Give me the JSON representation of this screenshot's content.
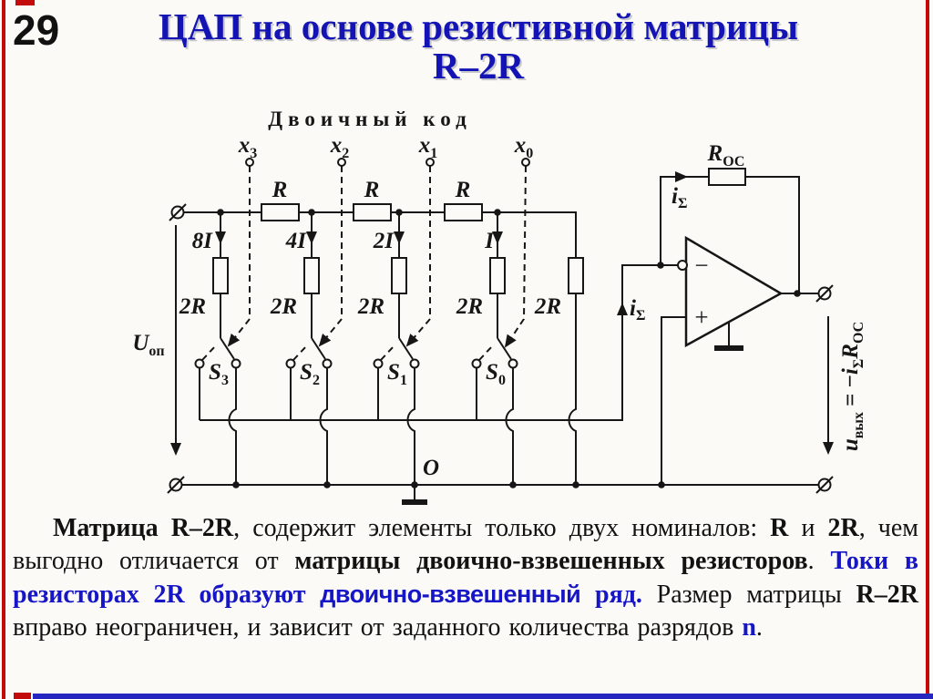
{
  "slide": {
    "number": "29",
    "title_line1": "ЦАП на основе резистивной матрицы",
    "title_line2": "R–2R"
  },
  "colors": {
    "title_blue": "#1414b4",
    "accent_blue": "#1616c6",
    "frame_red": "#c40b0b",
    "frame_bottom_blue": "#2525c0",
    "ink": "#161616"
  },
  "diagram": {
    "caption": "Двоичный код",
    "inputs": [
      {
        "main": "x",
        "sub": "3"
      },
      {
        "main": "x",
        "sub": "2"
      },
      {
        "main": "x",
        "sub": "1"
      },
      {
        "main": "x",
        "sub": "0"
      }
    ],
    "series_resistor": "R",
    "shunt_resistor": "2R",
    "currents": [
      "8I",
      "4I",
      "2I",
      "I"
    ],
    "switches": [
      {
        "main": "S",
        "sub": "3"
      },
      {
        "main": "S",
        "sub": "2"
      },
      {
        "main": "S",
        "sub": "1"
      },
      {
        "main": "S",
        "sub": "0"
      }
    ],
    "ref_voltage": {
      "main": "U",
      "sub": "оп"
    },
    "zero_node": "O",
    "sum_current": {
      "main": "i",
      "sub": "Σ"
    },
    "feedback_resistor": {
      "main": "R",
      "sub": "ОС"
    },
    "opamp_minus": "−",
    "opamp_plus": "+",
    "output_formula": {
      "u_main": "u",
      "u_sub": "вых",
      "equals": " = −",
      "i_main": "i",
      "i_sub": "Σ",
      "r_main": "R",
      "r_sub": "ОС"
    }
  },
  "paragraph": {
    "runs": [
      {
        "style": "b",
        "text": "Матрица R–2R"
      },
      {
        "style": "r",
        "text": ", содержит элементы только двух номиналов: "
      },
      {
        "style": "b",
        "text": "R"
      },
      {
        "style": "r",
        "text": " и "
      },
      {
        "style": "b",
        "text": "2R"
      },
      {
        "style": "r",
        "text": ", чем выгодно отличается от "
      },
      {
        "style": "b",
        "text": "матрицы двоично-взвешенных резисторов"
      },
      {
        "style": "r",
        "text": ". "
      },
      {
        "style": "bb",
        "text": "Токи в резисторах 2R образуют "
      },
      {
        "style": "bbn",
        "text": "двоично-взвешенный"
      },
      {
        "style": "bb",
        "text": " ряд."
      },
      {
        "style": "r",
        "text": " Размер матрицы "
      },
      {
        "style": "b",
        "text": "R–2R"
      },
      {
        "style": "r",
        "text": " вправо неограничен, и зависит от заданного количества разрядов "
      },
      {
        "style": "bb",
        "text": "n"
      },
      {
        "style": "r",
        "text": "."
      }
    ]
  }
}
